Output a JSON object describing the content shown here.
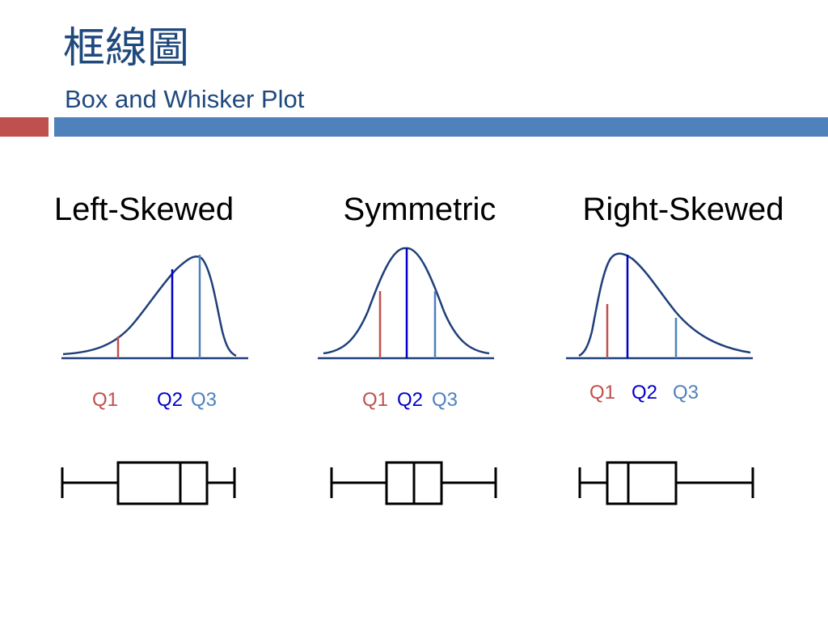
{
  "title": {
    "chinese": "框線圖",
    "english": "Box and Whisker Plot"
  },
  "colors": {
    "title": "#1f497d",
    "accent_red": "#c0504d",
    "accent_blue": "#4f81bd",
    "curve": "#1f3f7a",
    "q1": "#c0504d",
    "q2": "#0000cc",
    "q3": "#4f81bd",
    "box": "#000000"
  },
  "panels": [
    {
      "heading": "Left-Skewed",
      "labels": {
        "q1": "Q1",
        "q2": "Q2",
        "q3": "Q3"
      }
    },
    {
      "heading": "Symmetric",
      "labels": {
        "q1": "Q1",
        "q2": "Q2",
        "q3": "Q3"
      }
    },
    {
      "heading": "Right-Skewed",
      "labels": {
        "q1": "Q1",
        "q2": "Q2",
        "q3": "Q3"
      }
    }
  ]
}
